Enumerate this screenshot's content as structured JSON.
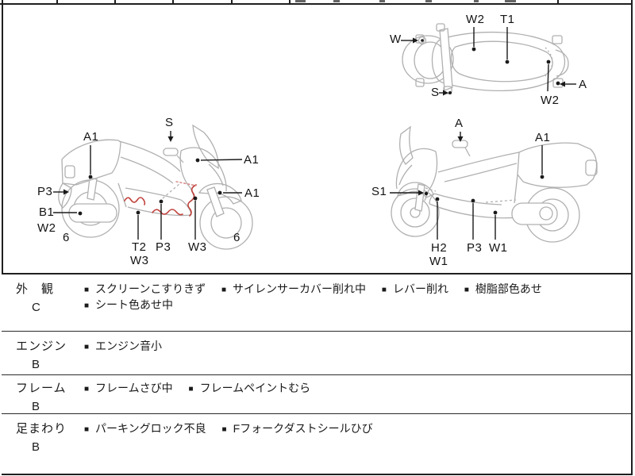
{
  "sheet": {
    "diagram_labels": {
      "top_view": {
        "w2_top": "W2",
        "t1": "T1",
        "w": "W",
        "s": "S",
        "a": "A",
        "w2_bottom": "W2"
      },
      "left_view": {
        "s": "S",
        "a1_seat": "A1",
        "a1_cowl": "A1",
        "a1_fender": "A1",
        "p3_rear": "P3",
        "b1": "B1",
        "w2": "W2",
        "tread_rear": "6",
        "tread_front": "6",
        "t2": "T2",
        "w3_under": "W3",
        "p3_floor": "P3",
        "w3_front": "W3"
      },
      "right_view": {
        "a": "A",
        "a1": "A1",
        "s1": "S1",
        "h2": "H2",
        "w1_front": "W1",
        "p3": "P3",
        "w1_floor": "W1"
      }
    },
    "condition_table": {
      "bullet": "■",
      "rows": [
        {
          "category": "外　観",
          "grade": "C",
          "comments": [
            "スクリーンこすりきず",
            "サイレンサーカバー削れ中",
            "レバー削れ",
            "樹脂部色あせ",
            "シート色あせ中"
          ]
        },
        {
          "category": "エンジン",
          "grade": "B",
          "comments": [
            "エンジン音小"
          ]
        },
        {
          "category": "フレーム",
          "grade": "B",
          "comments": [
            "フレームさび中",
            "フレームペイントむら"
          ]
        },
        {
          "category": "足まわり",
          "grade": "B",
          "comments": [
            "パーキングロック不良",
            "Fフォークダストシールひび"
          ]
        }
      ]
    },
    "colors": {
      "line": "#1a1a1a",
      "sketch": "#b0b0b0",
      "damage": "#c0413b"
    }
  }
}
